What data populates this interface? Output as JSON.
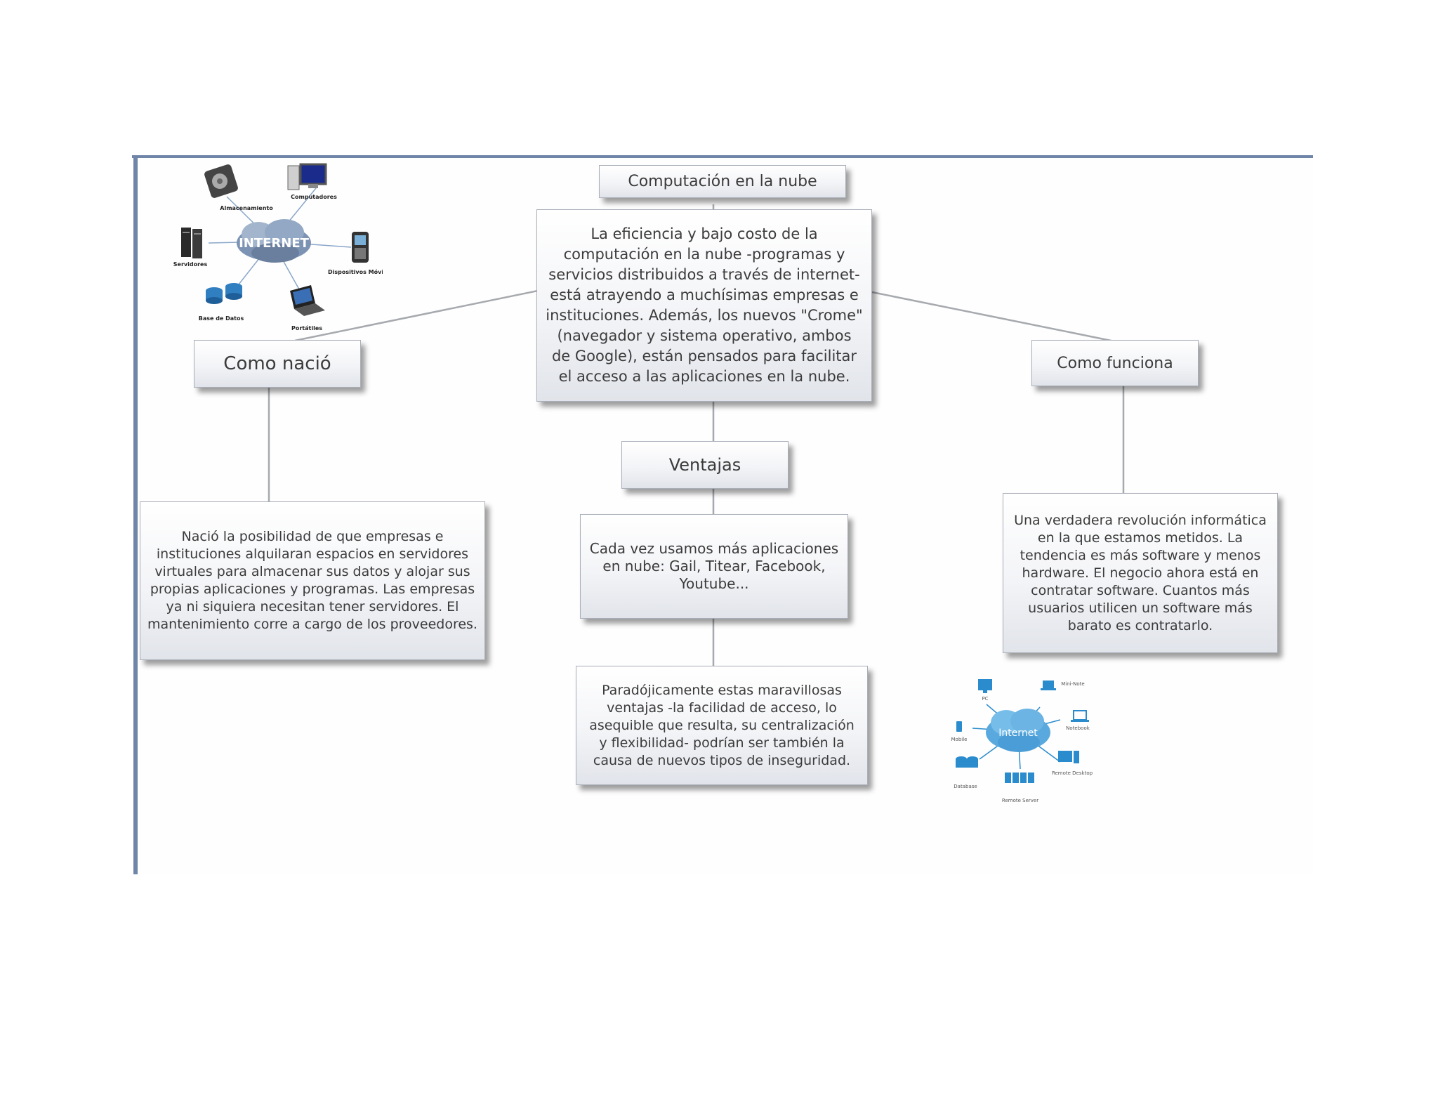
{
  "concept_map": {
    "main_title": "Computación en la nube",
    "main_text": "La eficiencia y bajo costo de la computación en la nube -programas y servicios distribuidos a través de internet- está atrayendo a muchísimas empresas e instituciones. Además, los nuevos \"Crome\" (navegador y sistema operativo, ambos de Google), están pensados para facilitar el acceso a las aplicaciones en la nube.",
    "left_title": "Como nació",
    "left_text": "Nació la posibilidad de que empresas e instituciones alquilaran espacios en servidores virtuales para almacenar sus datos y alojar sus propias aplicaciones y programas. Las empresas ya ni siquiera necesitan tener servidores. El mantenimiento corre a cargo de los proveedores.",
    "center_title": "Ventajas",
    "center_text": "Cada vez usamos más aplicaciones en nube: Gail, Titear, Facebook, Youtube...",
    "center_bottom_text": "Paradójicamente estas maravillosas ventajas -la facilidad de acceso, lo asequible que resulta, su centralización y flexibilidad- podrían ser también la causa de nuevos tipos de inseguridad.",
    "right_title": "Como funciona",
    "right_text": "Una verdadera revolución informática en la que estamos metidos. La tendencia es más software y menos hardware. El negocio ahora está en contratar software. Cuantos más usuarios utilicen un software más barato es contratarlo."
  },
  "internet_graphic_1": {
    "hub": "INTERNET",
    "labels": {
      "storage": "Almacenamiento",
      "computers": "Computadores",
      "servers": "Servidores",
      "mobile": "Dispositivos Móviles",
      "database": "Base de Datos",
      "laptops": "Portátiles"
    }
  },
  "internet_graphic_2": {
    "hub": "Internet",
    "labels": {
      "pc": "PC",
      "mini_note": "Mini-Note",
      "mobile": "Mobile",
      "notebook": "Notebook",
      "database": "Database",
      "remote_desktop": "Remote Desktop",
      "remote_server": "Remote Server"
    }
  },
  "colors": {
    "frame": "#6f86a8",
    "connector": "#a6a9ae",
    "cloud_blue": "#5aa9de",
    "icon_blue": "#2a8ccc"
  }
}
